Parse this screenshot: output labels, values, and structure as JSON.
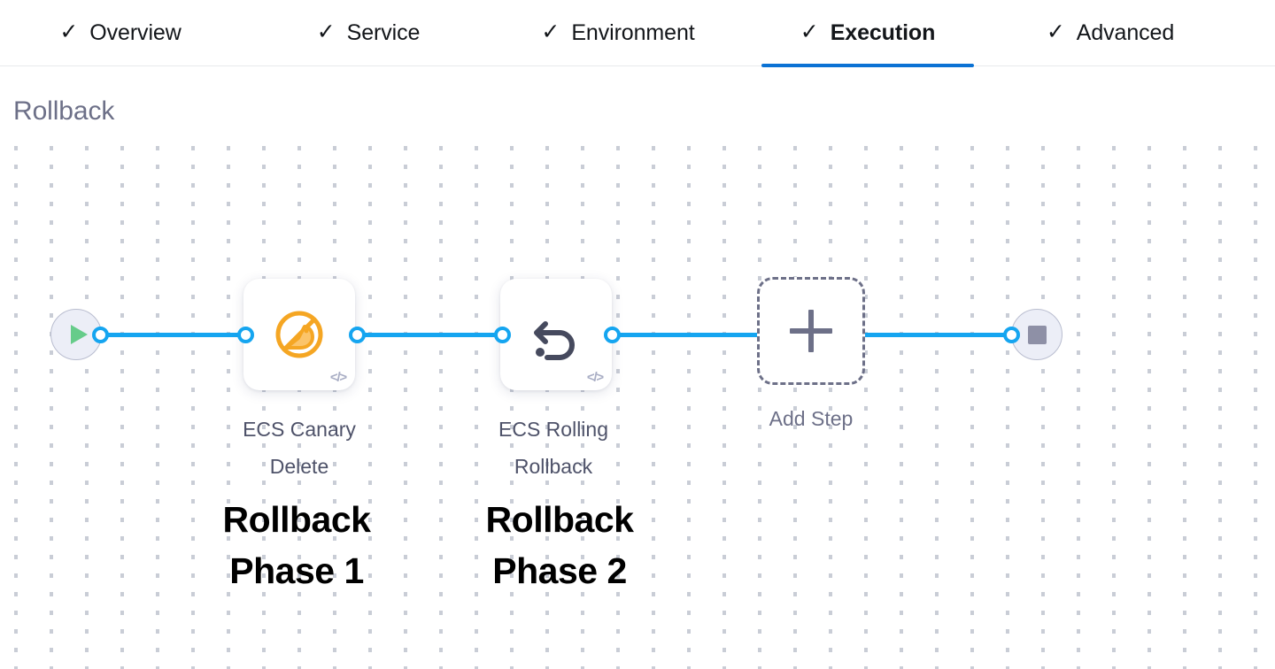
{
  "tabs": [
    {
      "label": "Overview",
      "icon": "check-icon",
      "active": false
    },
    {
      "label": "Service",
      "icon": "check-icon",
      "active": false
    },
    {
      "label": "Environment",
      "icon": "check-icon",
      "active": false
    },
    {
      "label": "Execution",
      "icon": "check-icon",
      "active": true
    },
    {
      "label": "Advanced",
      "icon": "check-icon",
      "active": false
    }
  ],
  "check_glyph": "✓",
  "section": {
    "title": "Rollback"
  },
  "pipeline": {
    "start_node": {
      "name": "start-node",
      "icon": "play-icon"
    },
    "end_node": {
      "name": "end-node",
      "icon": "stop-icon"
    },
    "steps": [
      {
        "label_line1": "ECS Canary",
        "label_line2": "Delete",
        "icon": "ecs-canary-delete-icon",
        "code_glyph": "</>",
        "annotation_line1": "Rollback",
        "annotation_line2": "Phase 1"
      },
      {
        "label_line1": "ECS Rolling",
        "label_line2": "Rollback",
        "icon": "ecs-rolling-rollback-icon",
        "code_glyph": "</>",
        "annotation_line1": "Rollback",
        "annotation_line2": "Phase 2"
      }
    ],
    "add_step": {
      "label": "Add Step",
      "icon": "plus-icon"
    }
  },
  "colors": {
    "connector": "#15a5f0",
    "active_tab_underline": "#0b72d4",
    "canary_icon": "#f5a623",
    "rollback_icon": "#464a5e",
    "terminal_fill": "#eceef7",
    "play_icon": "#66cc8a",
    "stop_icon": "#8e90a6",
    "section_title": "#6d7088",
    "annotation": "#000000"
  }
}
